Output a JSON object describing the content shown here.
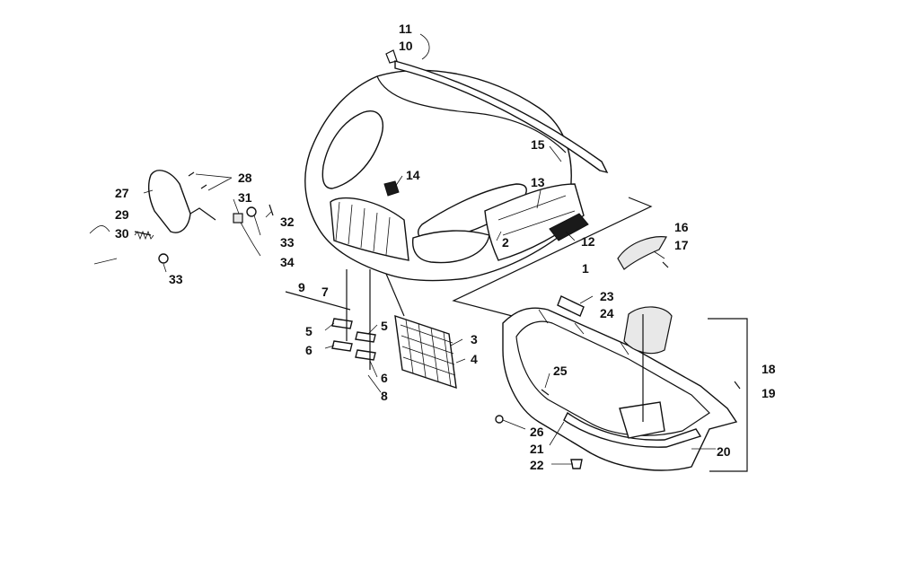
{
  "callouts": [
    {
      "id": "c11",
      "text": "11"
    },
    {
      "id": "c10",
      "text": "10"
    },
    {
      "id": "c15",
      "text": "15"
    },
    {
      "id": "c14",
      "text": "14"
    },
    {
      "id": "c13",
      "text": "13"
    },
    {
      "id": "c2",
      "text": "2"
    },
    {
      "id": "c12",
      "text": "12"
    },
    {
      "id": "c1",
      "text": "1"
    },
    {
      "id": "c16",
      "text": "16"
    },
    {
      "id": "c17",
      "text": "17"
    },
    {
      "id": "c28",
      "text": "28"
    },
    {
      "id": "c27",
      "text": "27"
    },
    {
      "id": "c31",
      "text": "31"
    },
    {
      "id": "c29",
      "text": "29"
    },
    {
      "id": "c30",
      "text": "30"
    },
    {
      "id": "c32",
      "text": "32"
    },
    {
      "id": "c33a",
      "text": "33"
    },
    {
      "id": "c34",
      "text": "34"
    },
    {
      "id": "c33b",
      "text": "33"
    },
    {
      "id": "c9",
      "text": "9"
    },
    {
      "id": "c7",
      "text": "7"
    },
    {
      "id": "c5a",
      "text": "5"
    },
    {
      "id": "c5b",
      "text": "5"
    },
    {
      "id": "c6a",
      "text": "6"
    },
    {
      "id": "c6b",
      "text": "6"
    },
    {
      "id": "c8",
      "text": "8"
    },
    {
      "id": "c3",
      "text": "3"
    },
    {
      "id": "c4",
      "text": "4"
    },
    {
      "id": "c23",
      "text": "23"
    },
    {
      "id": "c24",
      "text": "24"
    },
    {
      "id": "c25",
      "text": "25"
    },
    {
      "id": "c18",
      "text": "18"
    },
    {
      "id": "c19",
      "text": "19"
    },
    {
      "id": "c26",
      "text": "26"
    },
    {
      "id": "c21",
      "text": "21"
    },
    {
      "id": "c20",
      "text": "20"
    },
    {
      "id": "c22",
      "text": "22"
    }
  ]
}
